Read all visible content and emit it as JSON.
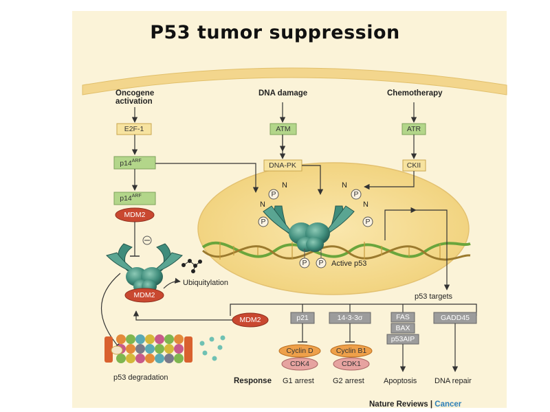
{
  "title": "P53 tumor suppression",
  "inputs": {
    "oncogene": "Oncogene activation",
    "dna_damage": "DNA damage",
    "chemotherapy": "Chemotherapy"
  },
  "nodes": {
    "e2f1": "E2F-1",
    "p14arf_base": "p14",
    "p14arf_sup": "ARF",
    "mdm2": "MDM2",
    "atm": "ATM",
    "dnapk": "DNA-PK",
    "atr": "ATR",
    "ckii": "CKII",
    "p21": "p21",
    "sigma": "14-3-3σ",
    "fas": "FAS",
    "bax": "BAX",
    "p53aip": "p53AIP",
    "gadd45": "GADD45",
    "cyclin_d": "Cyclin D",
    "cdk4": "CDK4",
    "cyclin_b1": "Cyclin B1",
    "cdk1": "CDK1"
  },
  "labels": {
    "phospho": "P",
    "n_term": "N",
    "inhibit": "⊖",
    "ubiquitylation": "Ubiquitylation",
    "active_p53": "Active p53",
    "p53_targets": "p53 targets",
    "p53_degradation": "p53 degradation"
  },
  "responses": {
    "heading": "Response",
    "g1": "G1 arrest",
    "g2": "G2 arrest",
    "apoptosis": "Apoptosis",
    "repair": "DNA repair"
  },
  "credit": {
    "source": "Nature Reviews",
    "separator": " | ",
    "journal": "Cancer"
  },
  "colors": {
    "background": "#fbf3d8",
    "nucleus": "#f6dd93",
    "yellow_box": "#f7e3a0",
    "green_box": "#b3d68a",
    "grey_box": "#9c9c9c",
    "mdm2_red": "#c94830",
    "orange_ellipse": "#eea04a",
    "protein_teal": "#3d8a7a"
  }
}
